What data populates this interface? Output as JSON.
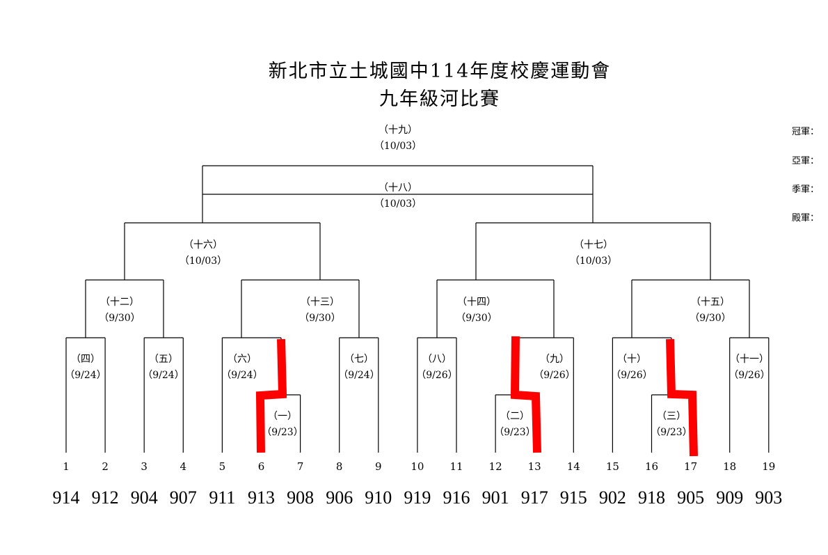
{
  "header": {
    "title": "新北市立土城國中114年度校慶運動會",
    "subtitle": "九年級河比賽"
  },
  "awards": [
    "冠軍：",
    "亞軍：",
    "季軍：",
    "殿軍："
  ],
  "matches": {
    "m19": {
      "label": "（十九）",
      "date": "（10/03）"
    },
    "m18": {
      "label": "（十八）",
      "date": "（10/03）"
    },
    "m16": {
      "label": "（十六）",
      "date": "（10/03）"
    },
    "m17": {
      "label": "（十七）",
      "date": "（10/03）"
    },
    "m12": {
      "label": "（十二）",
      "date": "（9/30）"
    },
    "m13": {
      "label": "（十三）",
      "date": "（9/30）"
    },
    "m14": {
      "label": "（十四）",
      "date": "（9/30）"
    },
    "m15": {
      "label": "（十五）",
      "date": "（9/30）"
    },
    "m4": {
      "label": "（四）",
      "date": "（9/24）"
    },
    "m5": {
      "label": "（五）",
      "date": "（9/24）"
    },
    "m6": {
      "label": "（六）",
      "date": "（9/24）"
    },
    "m7": {
      "label": "（七）",
      "date": "（9/24）"
    },
    "m8": {
      "label": "（八）",
      "date": "（9/26）"
    },
    "m9": {
      "label": "（九）",
      "date": "（9/26）"
    },
    "m10": {
      "label": "（十）",
      "date": "（9/26）"
    },
    "m11": {
      "label": "（十一）",
      "date": "（9/26）"
    },
    "m1": {
      "label": "（一）",
      "date": "（9/23）"
    },
    "m2": {
      "label": "（二）",
      "date": "（9/23）"
    },
    "m3": {
      "label": "（三）",
      "date": "（9/23）"
    }
  },
  "slots": [
    "1",
    "2",
    "3",
    "4",
    "5",
    "6",
    "7",
    "8",
    "9",
    "10",
    "11",
    "12",
    "13",
    "14",
    "15",
    "16",
    "17",
    "18",
    "19"
  ],
  "teams": [
    "914",
    "912",
    "904",
    "907",
    "911",
    "913",
    "908",
    "906",
    "910",
    "919",
    "916",
    "901",
    "917",
    "915",
    "902",
    "918",
    "905",
    "909",
    "903"
  ],
  "colors": {
    "winner_path": "#ff0000"
  }
}
